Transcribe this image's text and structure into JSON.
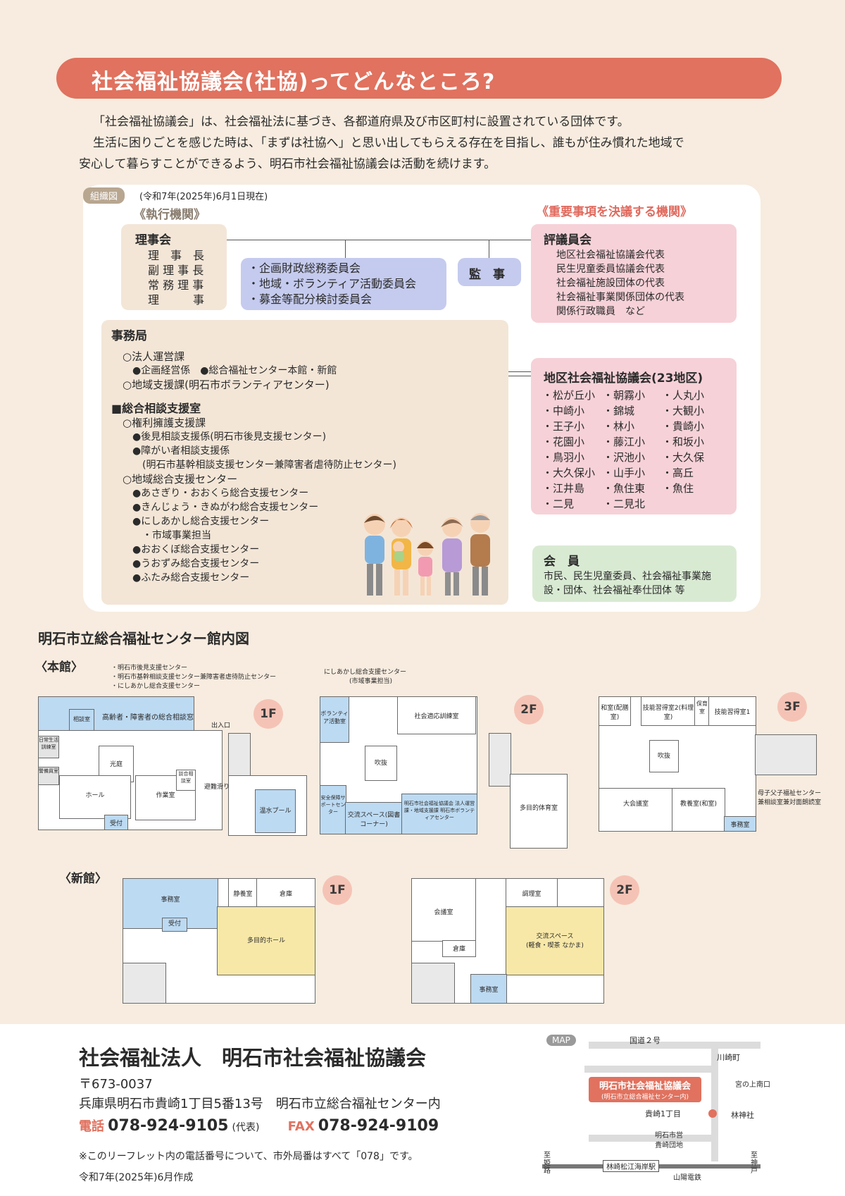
{
  "banner": {
    "title": "社会福祉協議会(社協)ってどんなところ?"
  },
  "intro": {
    "line1": "「社会福祉協議会」は、社会福祉法に基づき、各都道府県及び市区町村に設置されている団体です。",
    "line2": "生活に困りごとを感じた時は、「まずは社協へ」と思い出してもらえる存在を目指し、誰もが住み慣れた地域で",
    "line3": "安心して暮らすことができるよう、明石市社会福祉協議会は活動を続けます。"
  },
  "org": {
    "tag": "組織図",
    "date": "(令和7年(2025年)6月1日現在)",
    "exec_heading": "《執行機関》",
    "decide_heading": "《重要事項を決議する機関》",
    "board": {
      "title": "理事会",
      "members": [
        "理　事　長",
        "副 理 事 長",
        "常 務 理 事",
        "理　　　事"
      ]
    },
    "committees": [
      "・企画財政総務委員会",
      "・地域・ボランティア活動委員会",
      "・募金等配分検討委員会"
    ],
    "auditor": "監　事",
    "council": {
      "title": "評議員会",
      "members": [
        "地区社会福祉協議会代表",
        "民生児童委員協議会代表",
        "社会福祉施設団体の代表",
        "社会福祉事業関係団体の代表",
        "関係行政職員　など"
      ]
    },
    "office": {
      "title": "事務局",
      "lines": [
        "○法人運営課",
        "　●企画経営係　●総合福祉センター本館・新館",
        "○地域支援課(明石市ボランティアセンター)",
        "",
        "■総合相談支援室",
        "○権利擁護支援課",
        "　●後見相談支援係(明石市後見支援センター)",
        "　●障がい者相談支援係",
        "　　(明石市基幹相談支援センター兼障害者虐待防止センター)",
        "○地域総合支援センター",
        "　●あさぎり・おおくら総合支援センター",
        "　●きんじょう・きぬがわ総合支援センター",
        "　●にしあかし総合支援センター",
        "　　・市域事業担当",
        "　●おおくぼ総合支援センター",
        "　●うおずみ総合支援センター",
        "　●ふたみ総合支援センター"
      ]
    },
    "district": {
      "title": "地区社会福祉協議会(23地区)",
      "col1": [
        "・松が丘小",
        "・中崎小",
        "・王子小",
        "・花園小",
        "・鳥羽小",
        "・大久保小",
        "・江井島",
        "・二見"
      ],
      "col2": [
        "・朝霧小",
        "・錦城",
        "・林小",
        "・藤江小",
        "・沢池小",
        "・山手小",
        "・魚住東",
        "・二見北"
      ],
      "col3": [
        "・人丸小",
        "・大観小",
        "・貴崎小",
        "・和坂小",
        "・大久保",
        "・高丘",
        "・魚住"
      ]
    },
    "members": {
      "title": "会　員",
      "line1": "市民、民生児童委員、社会福祉事業施",
      "line2": "設・団体、社会福祉奉仕団体 等"
    }
  },
  "floormap": {
    "title": "明石市立総合福祉センター館内図",
    "honkan": "〈本館〉",
    "shinkan": "〈新館〉",
    "f1": "1F",
    "f2": "2F",
    "f3": "3F",
    "notes_1f": [
      "・明石市後見支援センター",
      "・明石市基幹相談支援センター兼障害者虐待防止センター",
      "・にしあかし総合支援センター"
    ],
    "notes_2f": [
      "にしあかし総合支援センター",
      "(市域事業担当)"
    ],
    "note_3f": [
      "母子父子福祉センター",
      "兼相談室兼対面朗読室"
    ],
    "rooms_1f": {
      "consult": "相談室",
      "elderly": "高齢者・障害者の総合相談窓口",
      "hall": "ホール",
      "work": "作業室",
      "reception": "受付",
      "pool": "温水プール",
      "light": "光庭",
      "entrance": "出入口",
      "escape": "避難滑り台",
      "life": "日常生活訓練室",
      "guard": "警備員室",
      "talk": "談合相談室"
    },
    "rooms_2f": {
      "vol": "ボランティア活動室",
      "social": "社会適応訓練室",
      "interaction": "交流スペース(図書コーナー)",
      "office": "明石市社会福祉協議会 法人運営課・地域支援課 明石市ボランティアセンター",
      "gym": "多目的体育室",
      "safety": "安全保障サポートセンター",
      "atrium": "吹抜"
    },
    "rooms_3f": {
      "wa": "和室(配膳室)",
      "skill2": "技能習得室2(料理室)",
      "nursery": "保育室",
      "skill1": "技能習得室1",
      "meeting": "大会議室",
      "culture": "教養室(和室)",
      "office": "事務室",
      "atrium": "吹抜"
    },
    "rooms_n1f": {
      "office": "事務室",
      "reception": "受付",
      "quiet": "静養室",
      "storage": "倉庫",
      "hall": "多目的ホール"
    },
    "rooms_n2f": {
      "meeting": "会議室",
      "cooking": "調理室",
      "storage": "倉庫",
      "space": "交流スペース",
      "space_sub": "(軽食・喫茶 なかま)",
      "office": "事務室"
    }
  },
  "footer": {
    "org_name": "社会福祉法人　明石市社会福祉協議会",
    "zip": "〒673-0037",
    "address": "兵庫県明石市貴崎1丁目5番13号　明石市立総合福祉センター内",
    "tel_label": "電話",
    "tel": "078-924-9105",
    "tel_suffix": "(代表)",
    "fax_label": "FAX",
    "fax": "078-924-9109",
    "note": "※このリーフレット内の電話番号について、市外局番はすべて「078」です。",
    "date": "令和7年(2025年)6月作成"
  },
  "map": {
    "tag": "MAP",
    "route2": "国道２号",
    "kawasaki": "川崎町",
    "miya": "宮の上南口",
    "place": "明石市社会福祉協議会",
    "place_sub": "(明石市立総合福祉センター内)",
    "kisaki": "貴崎1丁目",
    "hayashi": "林神社",
    "danchi1": "明石市営",
    "danchi2": "貴崎団地",
    "station": "林崎松江海岸駅",
    "sanyo": "山陽電鉄",
    "himeji": "至姫路",
    "kobe": "至神戸"
  },
  "colors": {
    "accent": "#e0725f",
    "blue": "#c5cbee",
    "pink": "#f6d1d8",
    "green": "#d9ead3",
    "beige": "#f3e6d7"
  }
}
